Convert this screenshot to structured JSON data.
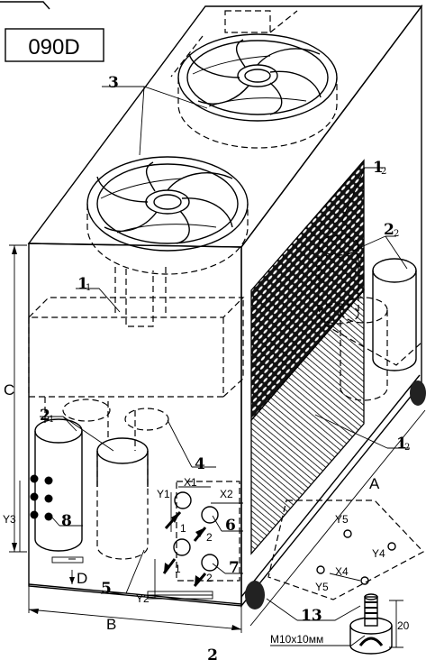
{
  "model": "090D",
  "figure_number": "2",
  "callouts": {
    "c1a": {
      "main": "1",
      "sub": "1"
    },
    "c1b": {
      "main": "1",
      "sub": "2"
    },
    "c1c": {
      "main": "1",
      "sub": "2"
    },
    "c2a": {
      "main": "2",
      "sub": "1"
    },
    "c2b": {
      "main": "2",
      "sub": "2"
    },
    "c3": "3",
    "c4": "4",
    "c5": "5",
    "c6": "6",
    "c7": "7",
    "c8": "8",
    "c13": "13"
  },
  "ports": {
    "p1a": "1",
    "p2a": "2",
    "p1b": "1",
    "p2b": "2"
  },
  "dimensions": {
    "A": "A",
    "B": "B",
    "C": "C",
    "D": "D",
    "X1": "X1",
    "X2": "X2",
    "X4": "X4",
    "Y1": "Y1",
    "Y2": "Y2",
    "Y3": "Y3",
    "Y4": "Y4",
    "Y5a": "Y5",
    "Y5b": "Y5",
    "h20": "20",
    "bolt": "M10x10мм"
  }
}
